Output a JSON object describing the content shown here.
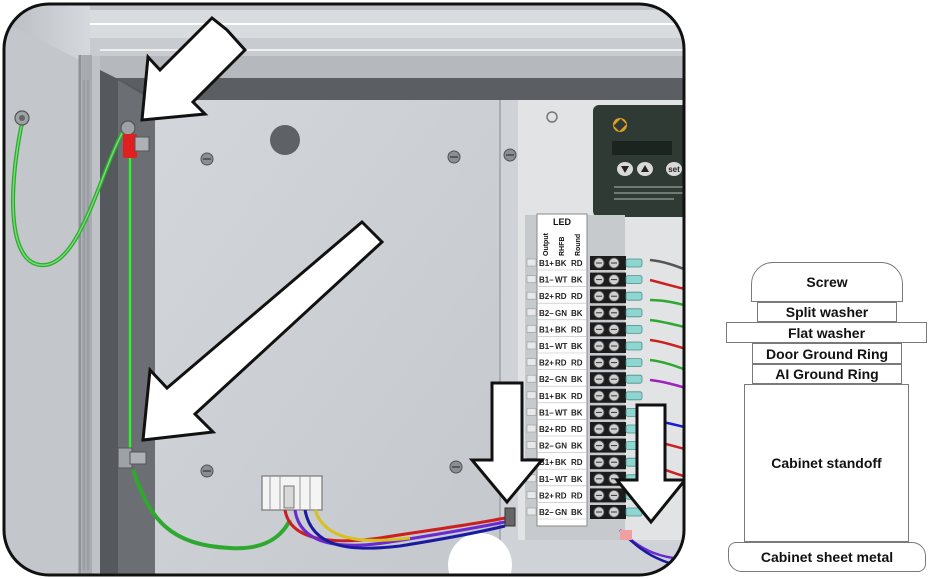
{
  "led_panel": {
    "title": "LED",
    "column_headers": [
      "Output",
      "RHFB",
      "Round"
    ],
    "rows": [
      [
        "B1+",
        "BK",
        "RD"
      ],
      [
        "B1–",
        "WT",
        "BK"
      ],
      [
        "B2+",
        "RD",
        "RD"
      ],
      [
        "B2–",
        "GN",
        "BK"
      ],
      [
        "B1+",
        "BK",
        "RD"
      ],
      [
        "B1–",
        "WT",
        "BK"
      ],
      [
        "B2+",
        "RD",
        "RD"
      ],
      [
        "B2–",
        "GN",
        "BK"
      ],
      [
        "B1+",
        "BK",
        "RD"
      ],
      [
        "B1–",
        "WT",
        "BK"
      ],
      [
        "B2+",
        "RD",
        "RD"
      ],
      [
        "B2–",
        "GN",
        "BK"
      ],
      [
        "B1+",
        "BK",
        "RD"
      ],
      [
        "B1–",
        "WT",
        "BK"
      ],
      [
        "B2+",
        "RD",
        "RD"
      ],
      [
        "B2–",
        "GN",
        "BK"
      ]
    ]
  },
  "controller": {
    "set_label": "set"
  },
  "stack_diagram": {
    "screw": "Screw",
    "split_washer": "Split washer",
    "flat_washer": "Flat washer",
    "door_ground_ring": "Door Ground Ring",
    "ai_ground_ring": "AI Ground Ring",
    "cabinet_standoff": "Cabinet standoff",
    "cabinet_sheet_metal": "Cabinet sheet metal"
  },
  "colors": {
    "ground_wire": "#3cc43c",
    "terminal_lug": "#e02020",
    "arrow_fill": "#ffffff",
    "panel_gray": "#c9cdd2",
    "controller_dark": "#2f3a35"
  }
}
